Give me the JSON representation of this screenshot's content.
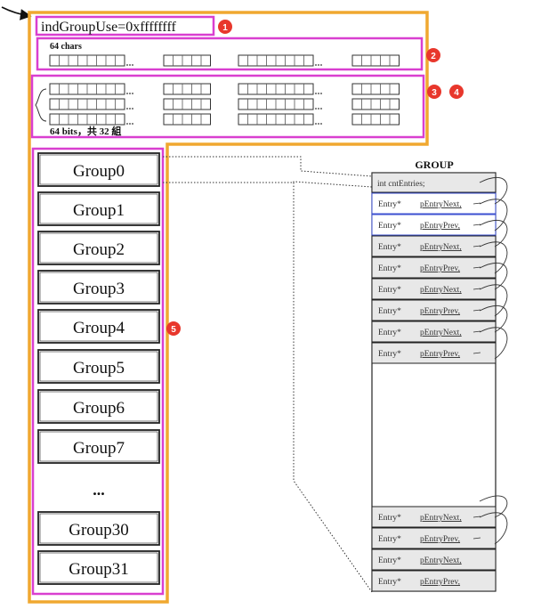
{
  "top_label": "indGroupUse=0xffffffff",
  "chars_label": "64 chars",
  "bits_label": "64 bits，共 32 組",
  "badges": [
    "1",
    "2",
    "3",
    "4",
    "5"
  ],
  "groups": [
    "Group0",
    "Group1",
    "Group2",
    "Group3",
    "Group4",
    "Group5",
    "Group6",
    "Group7",
    "...",
    "Group30",
    "Group31"
  ],
  "struct": {
    "title": "GROUP",
    "header": "int  cntEntries;",
    "top_rows": [
      {
        "type": "Entry*",
        "field": "pEntryNext,"
      },
      {
        "type": "Entry*",
        "field": "pEntryPrev,"
      },
      {
        "type": "Entry*",
        "field": "pEntryNext,"
      },
      {
        "type": "Entry*",
        "field": "pEntryPrev,"
      },
      {
        "type": "Entry*",
        "field": "pEntryNext,"
      },
      {
        "type": "Entry*",
        "field": "pEntryPrev,"
      },
      {
        "type": "Entry*",
        "field": "pEntryNext,"
      },
      {
        "type": "Entry*",
        "field": "pEntryPrev,"
      }
    ],
    "bottom_rows": [
      {
        "type": "Entry*",
        "field": "pEntryNext,"
      },
      {
        "type": "Entry*",
        "field": "pEntryPrev,"
      },
      {
        "type": "Entry*",
        "field": "pEntryNext,"
      },
      {
        "type": "Entry*",
        "field": "pEntryPrev,"
      }
    ]
  },
  "colors": {
    "orange": "#f0a830",
    "magenta": "#d93fd0",
    "badge": "#e8372c",
    "ink": "#1a1a1a",
    "row_fill": "#e8e8e8",
    "highlight_blue": "#3b4fd0"
  }
}
